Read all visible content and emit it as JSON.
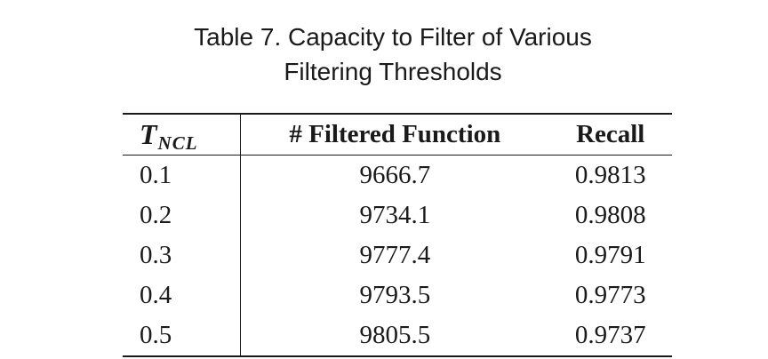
{
  "caption": {
    "line1": "Table 7.  Capacity to Filter of Various",
    "line2": "Filtering Thresholds"
  },
  "table": {
    "headers": {
      "threshold_symbol": "T",
      "threshold_subscript": "NCL",
      "filtered": "# Filtered Function",
      "recall": "Recall"
    },
    "rows": [
      {
        "threshold": "0.1",
        "filtered": "9666.7",
        "recall": "0.9813"
      },
      {
        "threshold": "0.2",
        "filtered": "9734.1",
        "recall": "0.9808"
      },
      {
        "threshold": "0.3",
        "filtered": "9777.4",
        "recall": "0.9791"
      },
      {
        "threshold": "0.4",
        "filtered": "9793.5",
        "recall": "0.9773"
      },
      {
        "threshold": "0.5",
        "filtered": "9805.5",
        "recall": "0.9737"
      }
    ]
  }
}
